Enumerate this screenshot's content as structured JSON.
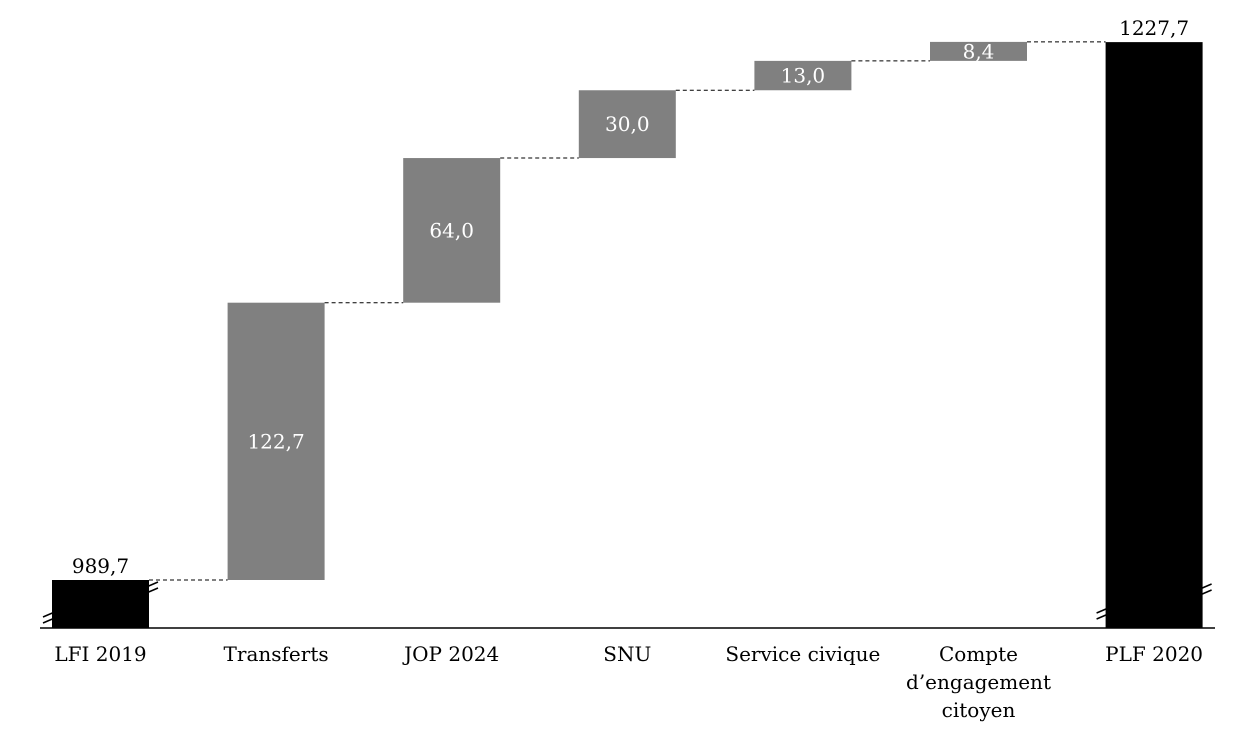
{
  "chart_data": {
    "type": "waterfall",
    "title": "",
    "xlabel": "",
    "ylabel": "",
    "categories": [
      "LFI 2019",
      "Transferts",
      "JOP 2024",
      "SNU",
      "Service civique",
      "Compte d’engagement citoyen",
      "PLF 2020"
    ],
    "category_lines": [
      [
        "LFI 2019"
      ],
      [
        "Transferts"
      ],
      [
        "JOP 2024"
      ],
      [
        "SNU"
      ],
      [
        "Service civique"
      ],
      [
        "Compte",
        "d’engagement",
        "citoyen"
      ],
      [
        "PLF 2020"
      ]
    ],
    "values": [
      989.7,
      122.7,
      64.0,
      30.0,
      13.0,
      8.4,
      1227.7
    ],
    "labels": [
      "989,7",
      "122,7",
      "64,0",
      "30,0",
      "13,0",
      "8,4",
      "1227,7"
    ],
    "kinds": [
      "total",
      "delta",
      "delta",
      "delta",
      "delta",
      "delta",
      "total"
    ],
    "axis_break": true,
    "colors": {
      "total": "#000000",
      "delta": "#808080"
    }
  }
}
